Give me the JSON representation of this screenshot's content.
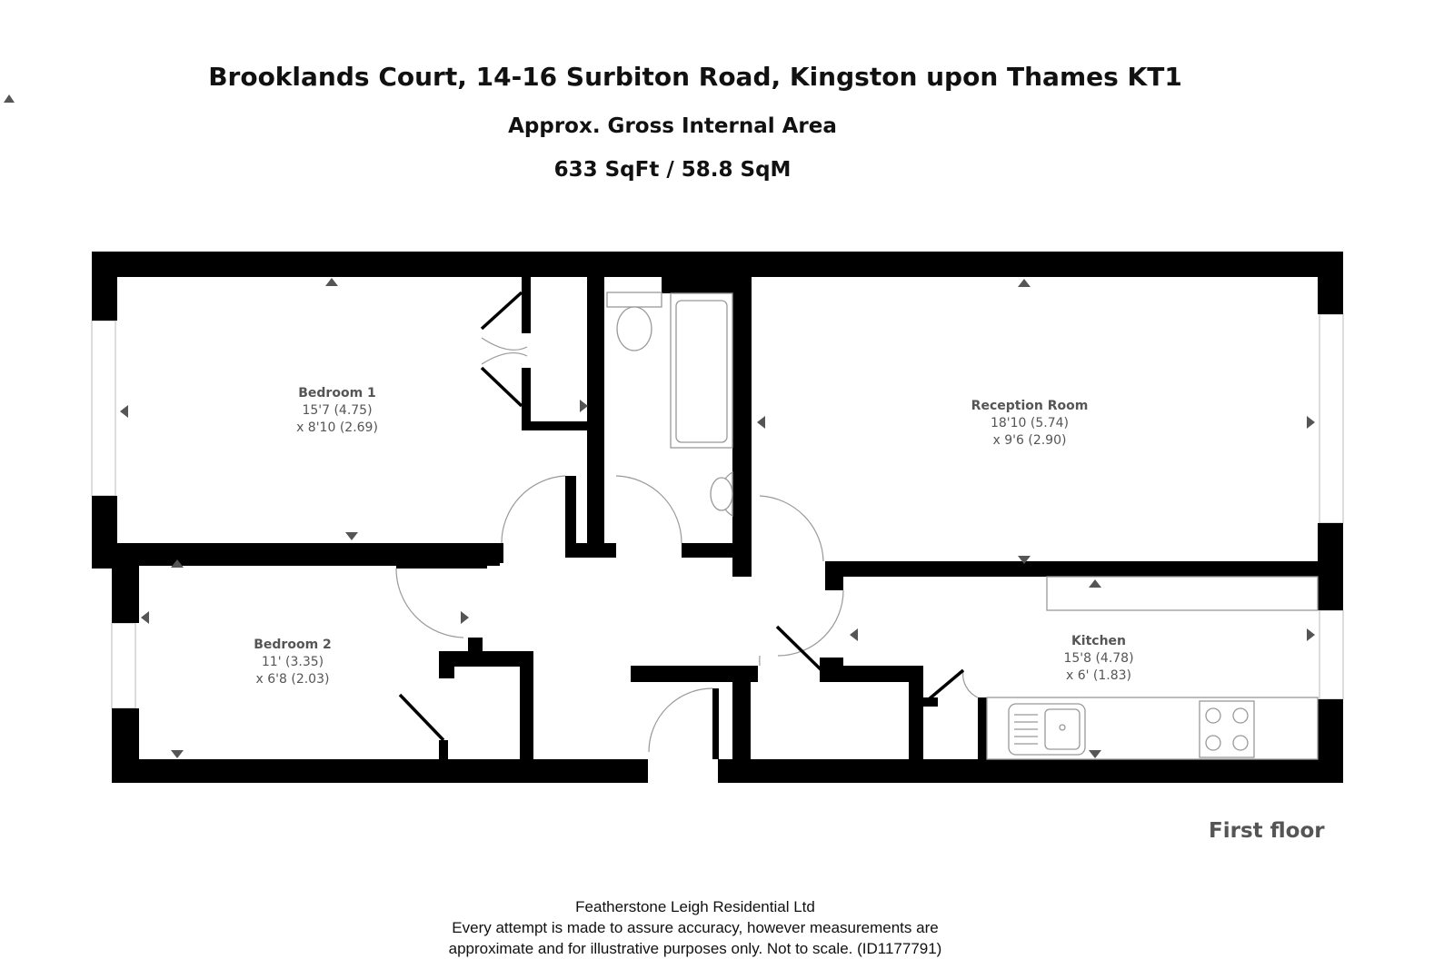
{
  "header": {
    "title": "Brooklands Court, 14-16 Surbiton Road, Kingston upon Thames KT1",
    "subtitle": "Approx. Gross Internal Area",
    "area": "633 SqFt / 58.8 SqM"
  },
  "rooms": {
    "bedroom1": {
      "name": "Bedroom 1",
      "dim1": "15'7 (4.75)",
      "dim2": "x 8'10 (2.69)"
    },
    "bedroom2": {
      "name": "Bedroom 2",
      "dim1": "11' (3.35)",
      "dim2": "x 6'8 (2.03)"
    },
    "reception": {
      "name": "Reception Room",
      "dim1": "18'10 (5.74)",
      "dim2": "x 9'6 (2.90)"
    },
    "kitchen": {
      "name": "Kitchen",
      "dim1": "15'8 (4.78)",
      "dim2": "x 6' (1.83)"
    }
  },
  "floor_label": "First floor",
  "footer": {
    "company": "Featherstone Leigh Residential Ltd",
    "disclaimer1": "Every attempt is made to assure accuracy, however measurements are",
    "disclaimer2": "approximate and for illustrative purposes only. Not to scale. (ID1177791)"
  },
  "colors": {
    "wall": "#000000",
    "label": "#555555",
    "fixture": "#999999"
  }
}
